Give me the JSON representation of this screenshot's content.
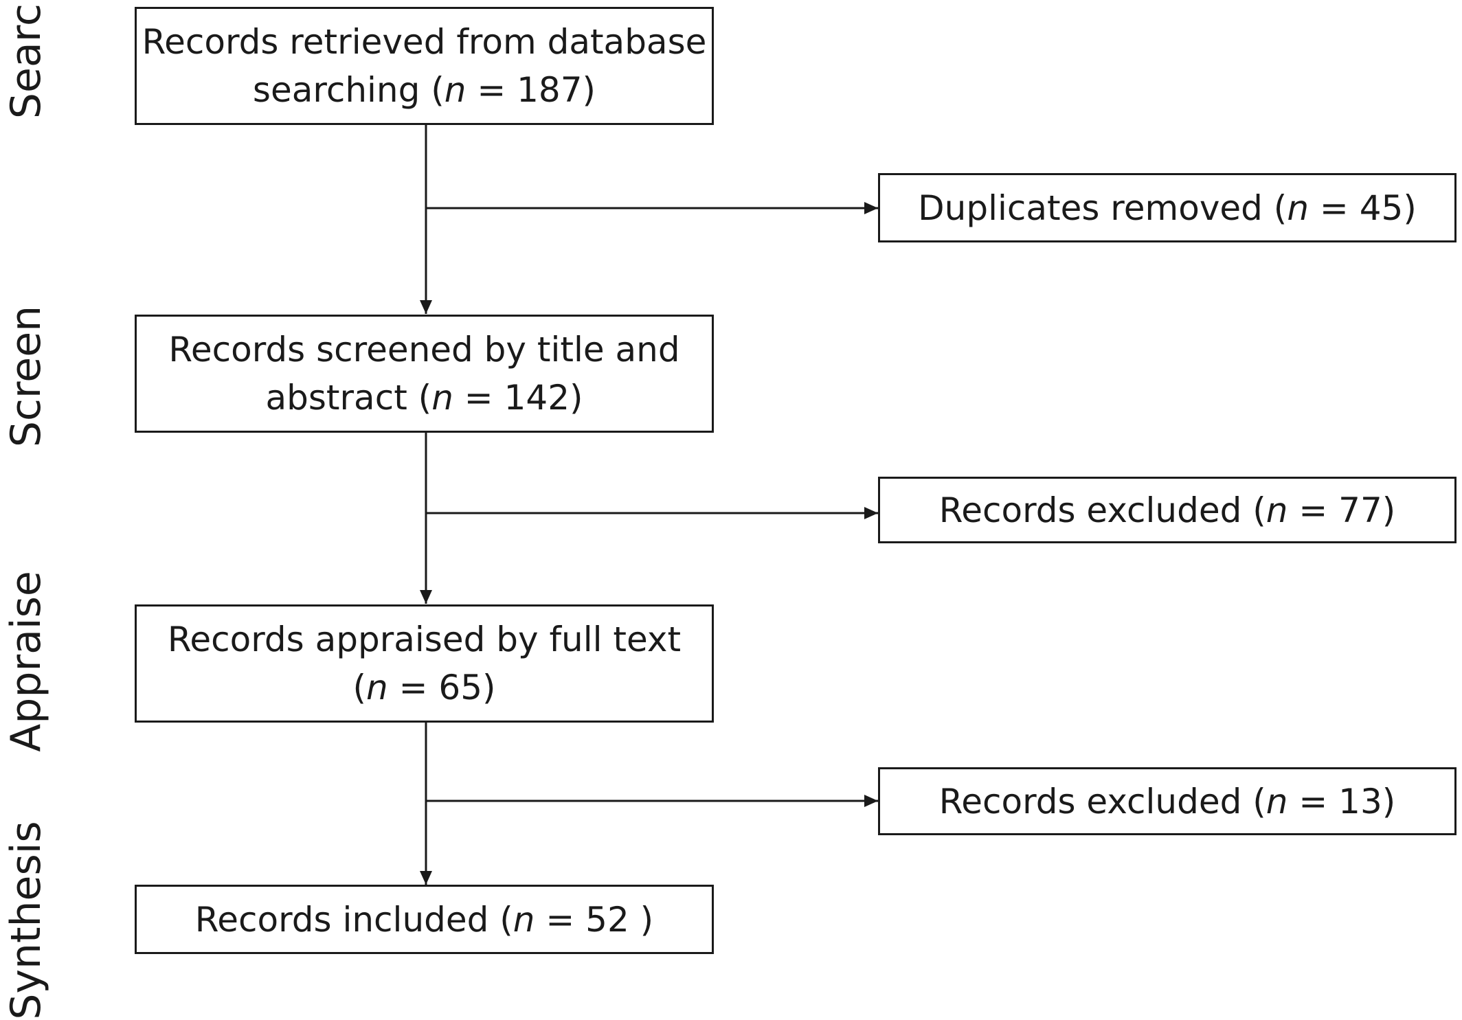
{
  "stages": {
    "search": "Search",
    "screen": "Screen",
    "appraise": "Appraise",
    "synthesis": "Synthesis"
  },
  "boxes": {
    "retrieved": {
      "line1": "Records retrieved from database",
      "line2_pre": "searching (",
      "n": "n",
      "line2_post": " = 187)"
    },
    "duplicates": {
      "pre": "Duplicates removed (",
      "n": "n",
      "post": " = 45)"
    },
    "screened": {
      "line1": "Records screened by title and",
      "line2_pre": "abstract (",
      "n": "n",
      "line2_post": " = 142)"
    },
    "excluded_screen": {
      "pre": "Records excluded (",
      "n": "n",
      "post": " = 77)"
    },
    "appraised": {
      "line1": "Records appraised by full text",
      "line2_pre": "(",
      "n": "n",
      "line2_post": " = 65)"
    },
    "excluded_appraise": {
      "pre": "Records excluded (",
      "n": "n",
      "post": " = 13)"
    },
    "included": {
      "pre": "Records included (",
      "n": "n",
      "post": " = 52 )"
    }
  },
  "colors": {
    "line": "#1a1a1a",
    "background": "#ffffff"
  }
}
